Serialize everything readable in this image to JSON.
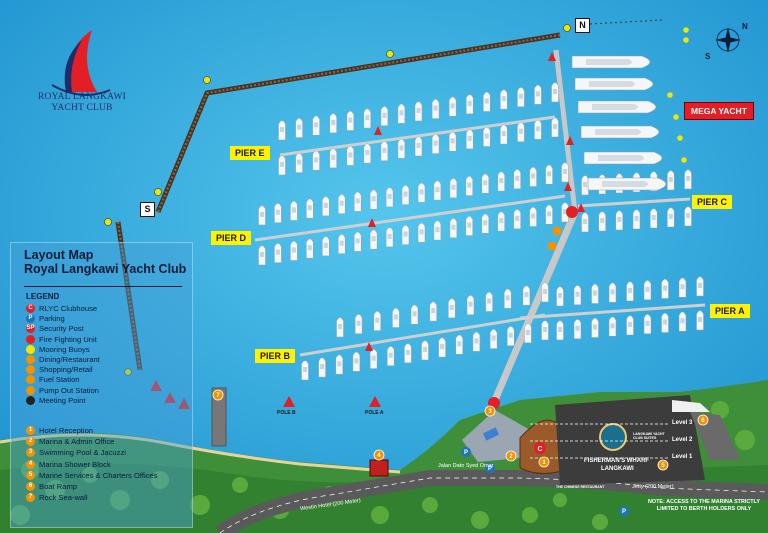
{
  "brand": {
    "line1": "ROYAL LANGKAWI",
    "line2": "YACHT CLUB"
  },
  "legend": {
    "title_line1": "Layout Map",
    "title_line2": "Royal Langkawi Yacht Club",
    "heading": "LEGEND",
    "symbols": [
      {
        "badge": "C",
        "label": "RLYC Clubhouse",
        "color": "#e31e24"
      },
      {
        "badge": "P",
        "label": "Parking",
        "color": "#1e73be"
      },
      {
        "badge": "SP",
        "label": "Security Post",
        "color": "#e31e24"
      },
      {
        "badge": "",
        "label": "Fire Fighting Unit",
        "color": "#e31e24"
      },
      {
        "badge": "",
        "label": "Mooring Buoys",
        "color": "#f2e600"
      },
      {
        "badge": "",
        "label": "Dining/Restaurant",
        "color": "#f39200"
      },
      {
        "badge": "",
        "label": "Shopping/Retail",
        "color": "#f39200"
      },
      {
        "badge": "",
        "label": "Fuel Station",
        "color": "#f39200"
      },
      {
        "badge": "",
        "label": "Pump Out Station",
        "color": "#f39200"
      },
      {
        "badge": "",
        "label": "Meeting Point",
        "color": "#222222"
      }
    ],
    "facilities": [
      {
        "num": "1",
        "label": "Hotel Reception"
      },
      {
        "num": "2",
        "label": "Marina & Admin Office"
      },
      {
        "num": "3",
        "label": "Swimming Pool & Jacuzzi"
      },
      {
        "num": "4",
        "label": "Marina Shower Block"
      },
      {
        "num": "5",
        "label": "Marine Services & Charters Offices"
      },
      {
        "num": "6",
        "label": "Boat Ramp"
      },
      {
        "num": "7",
        "label": "Rock Sea-wall"
      }
    ]
  },
  "piers": {
    "a": "PIER A",
    "b": "PIER B",
    "c": "PIER C",
    "d": "PIER D",
    "e": "PIER E"
  },
  "mega_yacht": "MEGA YACHT",
  "breakwater": {
    "north": "N",
    "south": "S"
  },
  "compass": {
    "north": "N",
    "south": "S"
  },
  "poles": {
    "a": "POLE A",
    "b": "POLE B"
  },
  "roads": {
    "main": "Jalan Dato Syed Omar",
    "west": "Westin Hotel (200 Meter)",
    "jetty": "Jetty (200 Meter)"
  },
  "levels": [
    "Level 3",
    "Level 2",
    "Level 1"
  ],
  "building": {
    "name_line1": "FISHERMAN'S WHARF",
    "name_line2": "LANGKAWI",
    "sign": "LANGKAWI YACHT CLUB SUITES",
    "restaurant": "THE CHINESE RESTAURANT"
  },
  "note": "NOTE: ACCESS TO THE MARINA STRICTLY LIMITED TO BERTH HOLDERS ONLY",
  "colors": {
    "water": "#2a9fd8",
    "land": "#3f8f3a",
    "road": "#5a5a5a",
    "pier": "#c8c8c8",
    "accent_red": "#e31e24",
    "accent_yellow": "#fff200"
  }
}
